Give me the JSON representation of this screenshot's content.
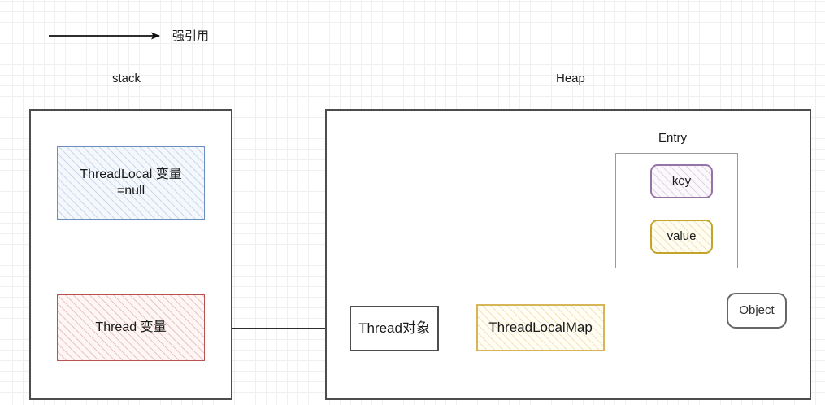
{
  "diagram": {
    "title": "ThreadLocal memory reference diagram",
    "legend": {
      "arrow_icon": "arrow-right-icon",
      "label": "强引用"
    },
    "regions": [
      {
        "id": "stack",
        "label": "stack"
      },
      {
        "id": "heap",
        "label": "Heap"
      }
    ],
    "nodes": {
      "threadlocal_var": {
        "label": "ThreadLocal 变量\n=null",
        "color": "#6c8ebf"
      },
      "thread_var": {
        "label": "Thread 变量",
        "color": "#b85450"
      },
      "thread_object": {
        "label": "Thread对象",
        "color": "#4d4d4d"
      },
      "threadlocalmap": {
        "label": "ThreadLocalMap",
        "color": "#d6b656"
      },
      "entry": {
        "label": "Entry",
        "color": "#9b9b9b"
      },
      "key": {
        "label": "key",
        "color": "#9673a6"
      },
      "value": {
        "label": "value",
        "color": "#c2a42b"
      },
      "object": {
        "label": "Object",
        "color": "#666666"
      }
    },
    "edges": [
      {
        "from": "thread_var",
        "to": "thread_object",
        "kind": "strong-reference"
      },
      {
        "from": "thread_object",
        "to": "threadlocalmap",
        "kind": "strong-reference"
      },
      {
        "from": "threadlocalmap",
        "to": "entry",
        "kind": "strong-reference"
      },
      {
        "from": "value",
        "to": "object",
        "kind": "strong-reference"
      }
    ],
    "watermark": ""
  }
}
